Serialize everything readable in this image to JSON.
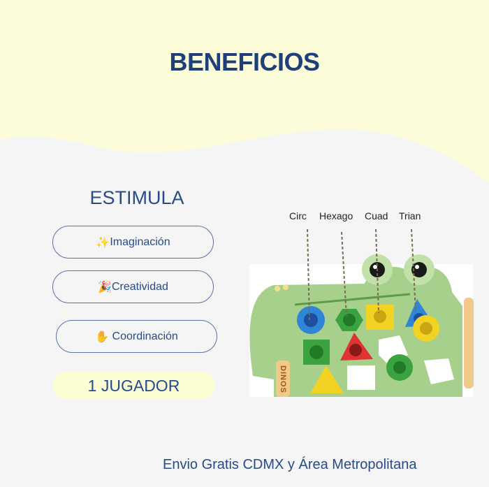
{
  "header": {
    "title": "BENEFICIOS"
  },
  "stimulates": {
    "heading": "ESTIMULA",
    "items": [
      {
        "icon": "sparkles-icon",
        "emoji": "✨",
        "label": "Imaginación"
      },
      {
        "icon": "party-popper-icon",
        "emoji": "🎉",
        "label": "Creatividad"
      },
      {
        "icon": "raised-hand-icon",
        "emoji": "✋",
        "label": "Coordinación"
      }
    ]
  },
  "players": "1 JUGADOR",
  "product_image": {
    "labels": [
      "Circ",
      "Hexago",
      "Cuad",
      "Trian"
    ],
    "side_text": "DINOS"
  },
  "footer": "Envio Gratis CDMX y Área Metropolitana",
  "colors": {
    "title": "#1f3f7a",
    "text": "#284a8a",
    "top_band": "#fcfdd8",
    "background": "#f5f5f5",
    "pill_border": "#5a72a8"
  }
}
